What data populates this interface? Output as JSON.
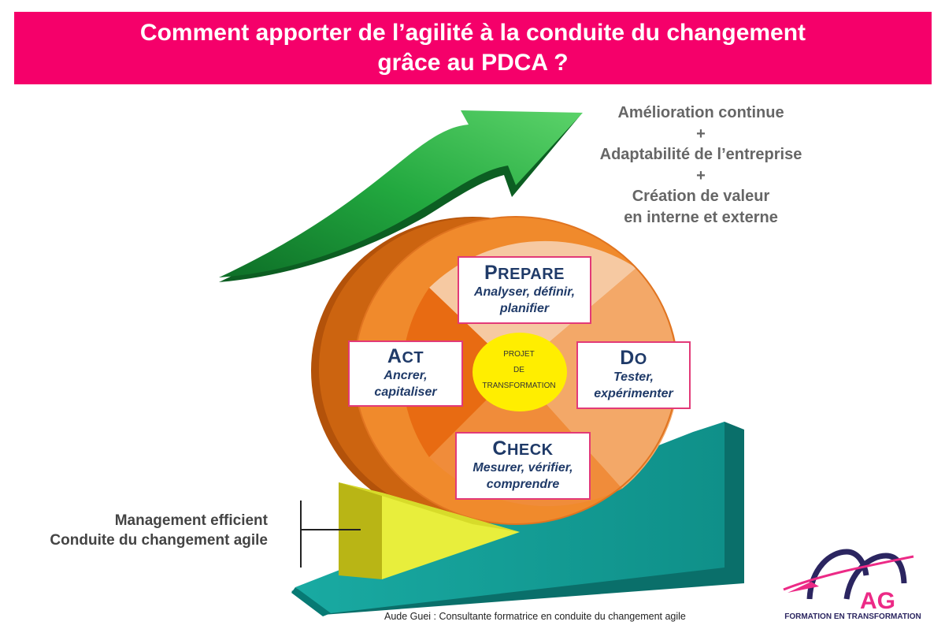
{
  "header": {
    "title_line1": "Comment apporter de l’agilité à la conduite du changement",
    "title_line2": "grâce au PDCA ?"
  },
  "benefits": {
    "line1": "Amélioration continue",
    "plus1": "+",
    "line2": "Adaptabilité de l’entreprise",
    "plus2": "+",
    "line3": "Création de valeur",
    "line4": "en interne et externe"
  },
  "phases": {
    "prepare": {
      "first": "P",
      "rest": "REPARE",
      "desc1": "Analyser, définir,",
      "desc2": "planifier"
    },
    "do": {
      "first": "D",
      "rest": "O",
      "desc1": "Tester,",
      "desc2": "expérimenter"
    },
    "check": {
      "first": "C",
      "rest": "HECK",
      "desc1": "Mesurer, vérifier,",
      "desc2": "comprendre"
    },
    "act": {
      "first": "A",
      "rest": "CT",
      "desc1": "Ancrer,",
      "desc2": "capitaliser"
    }
  },
  "core": {
    "line1": "PROJET",
    "line2": "DE",
    "line3": "TRANSFORMATION"
  },
  "management": {
    "line1": "Management efficient",
    "line2": "Conduite du changement agile"
  },
  "credit": "Aude Guei : Consultante formatrice en conduite du changement agile",
  "logo": {
    "letters": "AG",
    "tagline": "FORMATION EN TRANSFORMATION"
  },
  "colors": {
    "banner": "#f5006a",
    "arrow_green": "#1aa23a",
    "wheel_orange": "#e87722",
    "ramp_teal": "#12a39b",
    "wedge_yellow": "#e8ee3c",
    "core_yellow": "#ffee00",
    "text_navy": "#1f3a68"
  }
}
